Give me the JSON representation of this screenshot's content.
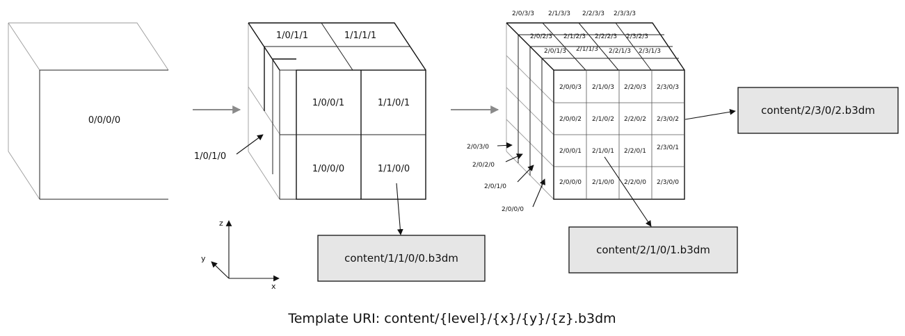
{
  "cube0": {
    "root_label": "0/0/0/0"
  },
  "cube1": {
    "top_labels": [
      "1/0/1/1",
      "1/1/1/1"
    ],
    "front_labels": [
      "1/0/0/1",
      "1/1/0/1",
      "1/0/0/0",
      "1/1/0/0"
    ],
    "callout_label": "1/0/1/0"
  },
  "cube2": {
    "top_row_y3": [
      "2/0/3/3",
      "2/1/3/3",
      "2/2/3/3",
      "2/3/3/3"
    ],
    "top_row_y2": [
      "2/0/2/3",
      "2/1/2/3",
      "2/2/2/3",
      "2/3/2/3"
    ],
    "top_row_y1": [
      "2/0/1/3",
      "2/1/1/3",
      "2/2/1/3",
      "2/3/1/3"
    ],
    "front_z3": [
      "2/0/0/3",
      "2/1/0/3",
      "2/2/0/3",
      "2/3/0/3"
    ],
    "front_z2": [
      "2/0/0/2",
      "2/1/0/2",
      "2/2/0/2",
      "2/3/0/2"
    ],
    "front_z1": [
      "2/0/0/1",
      "2/1/0/1",
      "2/2/0/1",
      "2/3/0/1"
    ],
    "front_z0": [
      "2/0/0/0",
      "2/1/0/0",
      "2/2/0/0",
      "2/3/0/0"
    ],
    "side_callouts": [
      "2/0/3/0",
      "2/0/2/0",
      "2/0/1/0",
      "2/0/0/0"
    ]
  },
  "content_boxes": {
    "box_level1": "content/1/1/0/0.b3dm",
    "box_level2_a": "content/2/1/0/1.b3dm",
    "box_level2_b": "content/2/3/0/2.b3dm"
  },
  "axes": {
    "x": "x",
    "y": "y",
    "z": "z"
  },
  "template_uri": "Template URI: content/{level}/{x}/{y}/{z}.b3dm"
}
